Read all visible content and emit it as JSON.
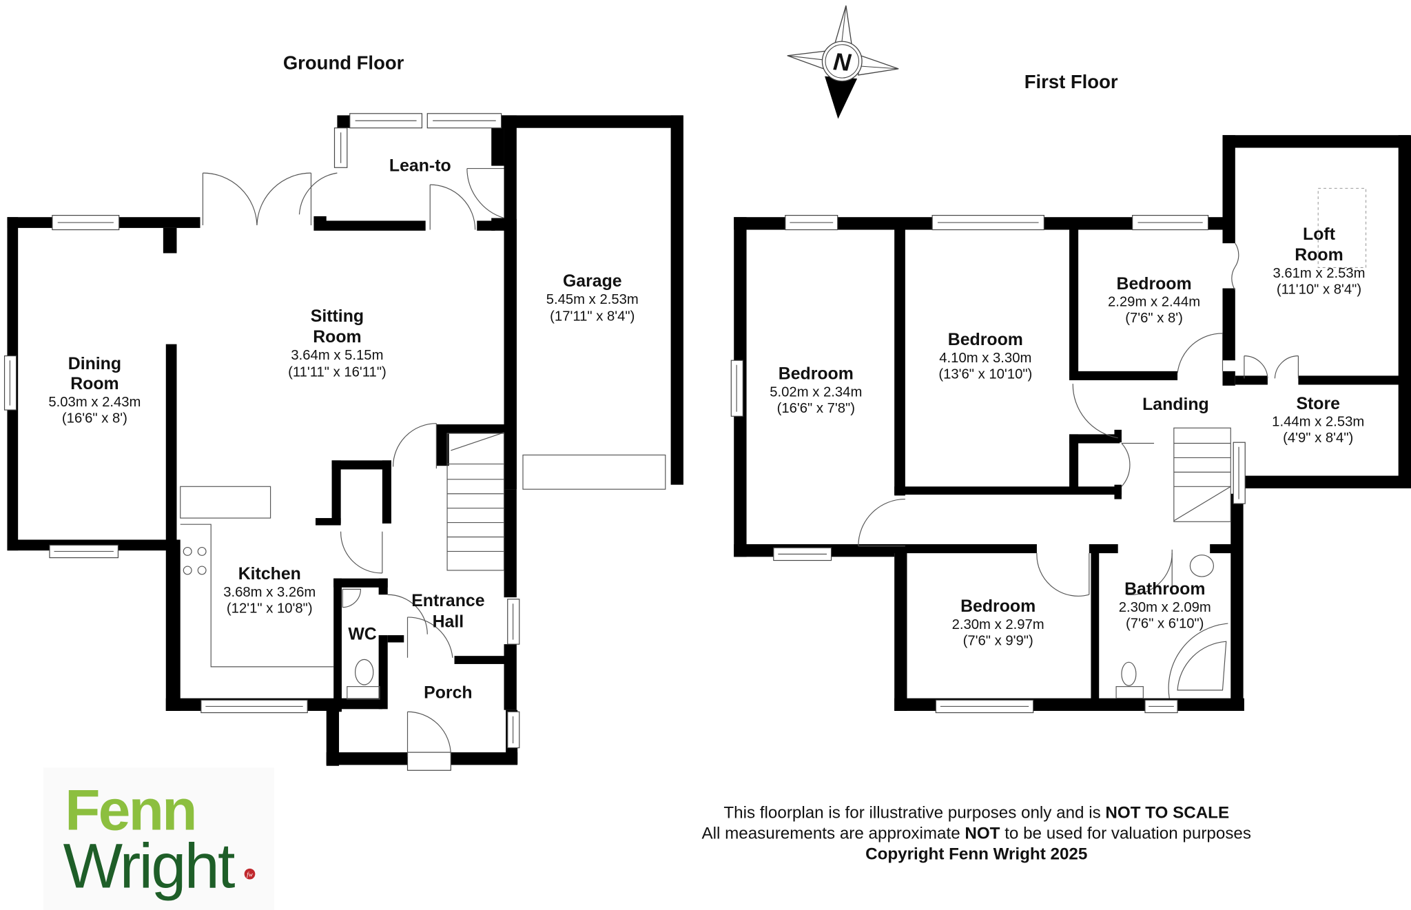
{
  "ground_floor": {
    "title": "Ground Floor",
    "rooms": {
      "lean_to": {
        "name": "Lean-to"
      },
      "garage": {
        "name": "Garage",
        "metric": "5.45m x 2.53m",
        "imperial": "(17'11\" x 8'4\")"
      },
      "sitting_room": {
        "name_line1": "Sitting",
        "name_line2": "Room",
        "metric": "3.64m x 5.15m",
        "imperial": "(11'11\" x 16'11\")"
      },
      "dining_room": {
        "name_line1": "Dining",
        "name_line2": "Room",
        "metric": "5.03m x 2.43m",
        "imperial": "(16'6\" x 8')"
      },
      "kitchen": {
        "name": "Kitchen",
        "metric": "3.68m x 3.26m",
        "imperial": "(12'1\" x 10'8\")"
      },
      "wc": {
        "name": "WC"
      },
      "entrance_hall": {
        "name_line1": "Entrance",
        "name_line2": "Hall"
      },
      "porch": {
        "name": "Porch"
      }
    }
  },
  "first_floor": {
    "title": "First Floor",
    "rooms": {
      "bedroom_west": {
        "name": "Bedroom",
        "metric": "5.02m x 2.34m",
        "imperial": "(16'6\" x 7'8\")"
      },
      "bedroom_main": {
        "name": "Bedroom",
        "metric": "4.10m x 3.30m",
        "imperial": "(13'6\" x 10'10\")"
      },
      "bedroom_small": {
        "name": "Bedroom",
        "metric": "2.29m x 2.44m",
        "imperial": "(7'6\" x 8')"
      },
      "loft_room": {
        "name_line1": "Loft",
        "name_line2": "Room",
        "metric": "3.61m x 2.53m",
        "imperial": "(11'10\" x 8'4\")"
      },
      "landing": {
        "name": "Landing"
      },
      "store": {
        "name": "Store",
        "metric": "1.44m x 2.53m",
        "imperial": "(4'9\" x 8'4\")"
      },
      "bedroom_south": {
        "name": "Bedroom",
        "metric": "2.30m x 2.97m",
        "imperial": "(7'6\" x 9'9\")"
      },
      "bathroom": {
        "name": "Bathroom",
        "metric": "2.30m x 2.09m",
        "imperial": "(7'6\" x 6'10\")"
      }
    }
  },
  "compass": {
    "label": "N",
    "icon": "compass-north-icon"
  },
  "disclaimer": {
    "line1_normal": "This floorplan is for illustrative purposes only and is ",
    "line1_bold": "NOT TO SCALE",
    "line2_normal_a": "All measurements are approximate ",
    "line2_bold": "NOT",
    "line2_normal_b": " to be used for valuation purposes",
    "line3_bold": "Copyright Fenn Wright 2025"
  },
  "logo": {
    "line1": "Fenn",
    "line2": "Wright",
    "badge": "fw",
    "colors": {
      "fenn": "#8cbf3f",
      "wright": "#1e5e28",
      "badge": "#c0282d"
    }
  }
}
